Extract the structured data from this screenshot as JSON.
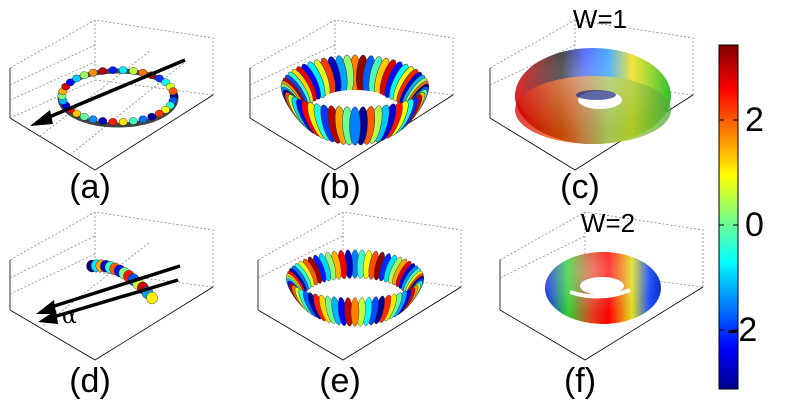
{
  "panels": [
    {
      "id": "a",
      "label": "(a)",
      "shape": "ring-beads-with-axis-arrow"
    },
    {
      "id": "b",
      "label": "(b)",
      "shape": "torus-discs"
    },
    {
      "id": "c",
      "label": "(c)",
      "shape": "smooth-torus",
      "winding_label": "W=1"
    },
    {
      "id": "d",
      "label": "(d)",
      "shape": "arc-beads-with-two-arrows",
      "angle_symbol": "α"
    },
    {
      "id": "e",
      "label": "(e)",
      "shape": "torus-discs-striped"
    },
    {
      "id": "f",
      "label": "(f)",
      "shape": "smooth-torus-twisted",
      "winding_label": "W=2"
    }
  ],
  "colorbar": {
    "colormap": "jet",
    "range": [
      -3.14,
      3.14
    ],
    "tick_labels": [
      "2",
      "0",
      "-2"
    ],
    "tick_values": [
      2,
      0,
      -2
    ],
    "colors": [
      "#000080",
      "#0000ff",
      "#00ffff",
      "#ffff00",
      "#ff0000",
      "#800000"
    ]
  }
}
